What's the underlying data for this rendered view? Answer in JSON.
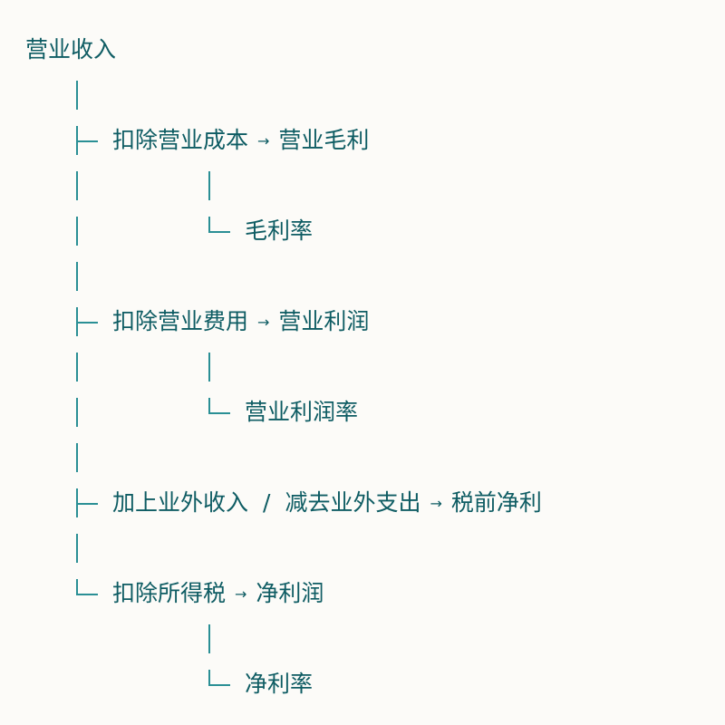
{
  "root": "营业收入",
  "branches": [
    {
      "step": "扣除营业成本",
      "result": "营业毛利",
      "ratio": "毛利率"
    },
    {
      "step": "扣除营业费用",
      "result": "营业利润",
      "ratio": "营业利润率"
    },
    {
      "step_a": "加上业外收入",
      "separator": "/",
      "step_b": "减去业外支出",
      "result": "税前净利"
    },
    {
      "step": "扣除所得税",
      "result": "净利润",
      "ratio": "净利率"
    }
  ],
  "arrow": "→",
  "colors": {
    "text": "#0e5c63",
    "lines": "#2a8f95",
    "background": "#fcfbf8"
  }
}
